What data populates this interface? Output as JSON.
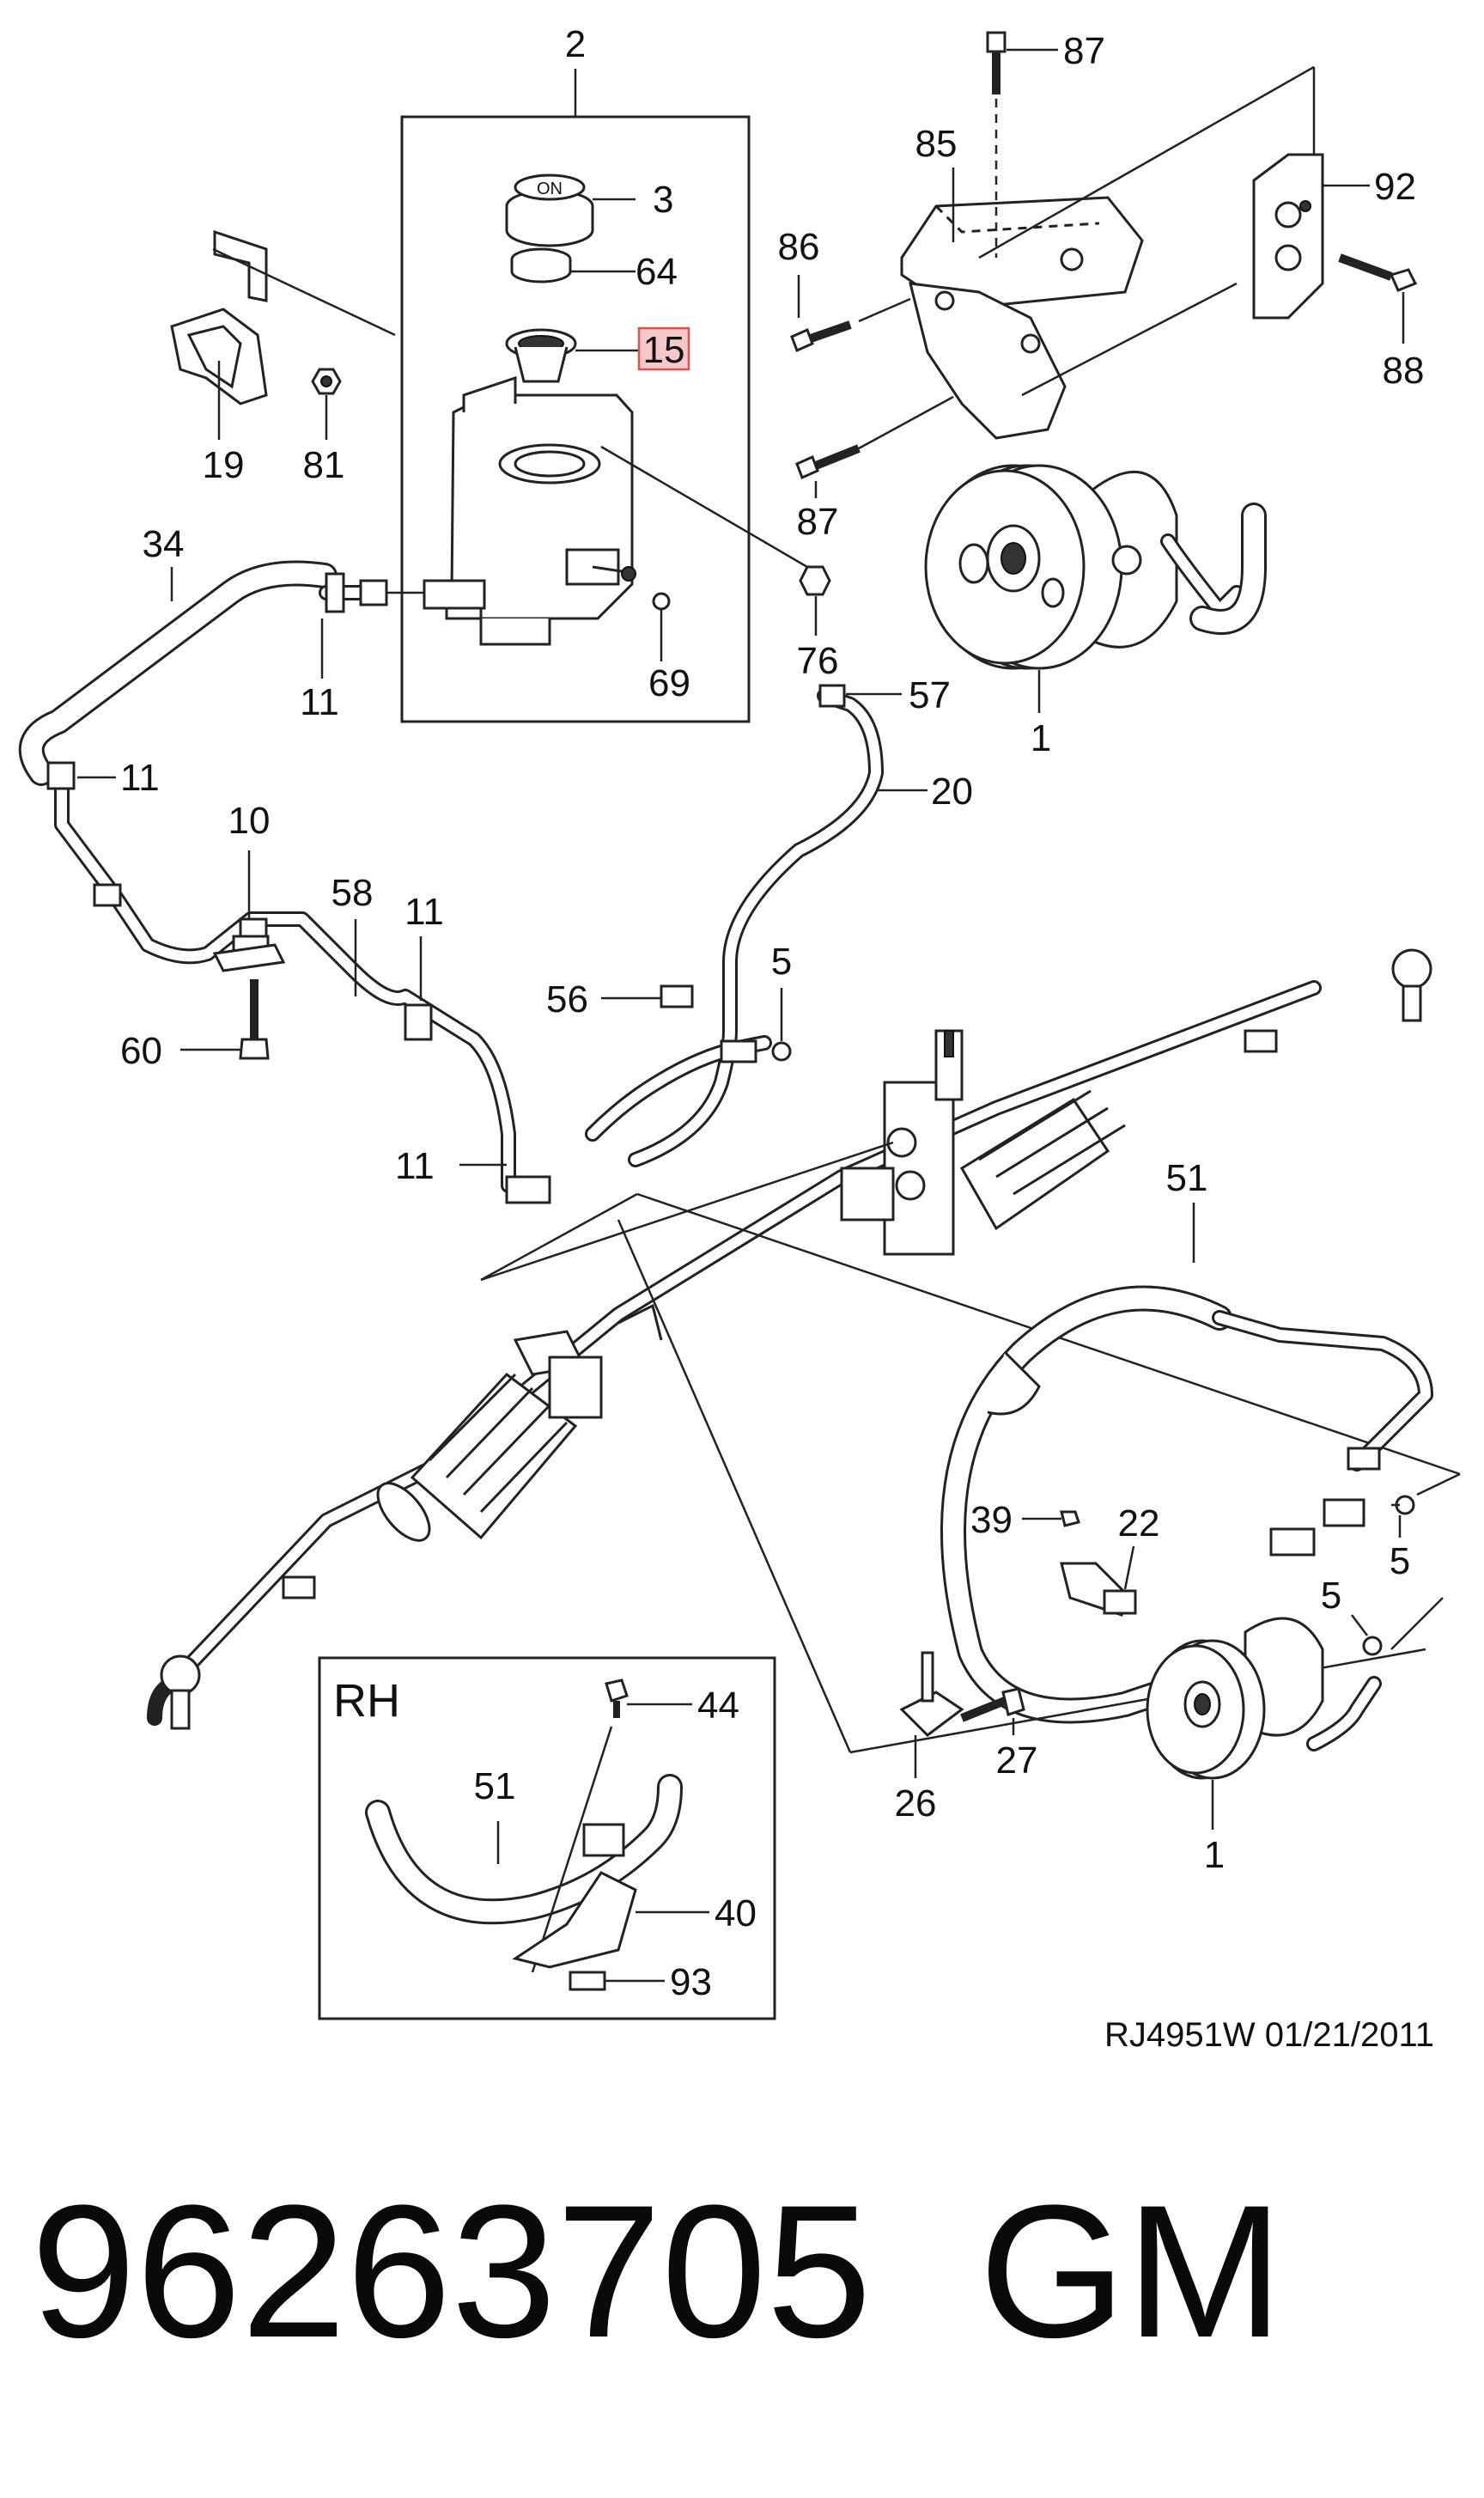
{
  "callouts": {
    "c2": "2",
    "c3": "3",
    "c64": "64",
    "c15": "15",
    "c69": "69",
    "c87a": "87",
    "c85": "85",
    "c92": "92",
    "c86": "86",
    "c88": "88",
    "c87b": "87",
    "c1a": "1",
    "c19": "19",
    "c81": "81",
    "c76": "76",
    "c57": "57",
    "c34": "34",
    "c11a": "11",
    "c11b": "11",
    "c20": "20",
    "c10": "10",
    "c58": "58",
    "c11c": "11",
    "c5a": "5",
    "c56": "56",
    "c60": "60",
    "c11d": "11",
    "c51": "51",
    "c39": "39",
    "c22": "22",
    "c5b": "5",
    "c5c": "5",
    "c26": "26",
    "c27": "27",
    "c1b": "1"
  },
  "highlight": {
    "callout": "15",
    "color": "#f6c9c9",
    "border": "#d9534f"
  },
  "inset": {
    "title": "RH",
    "c44": "44",
    "c51": "51",
    "c40": "40",
    "c93": "93"
  },
  "footer": {
    "code": "RJ4951W  01/21/2011"
  },
  "caption": {
    "part_number": "96263705",
    "brand": "GM"
  }
}
